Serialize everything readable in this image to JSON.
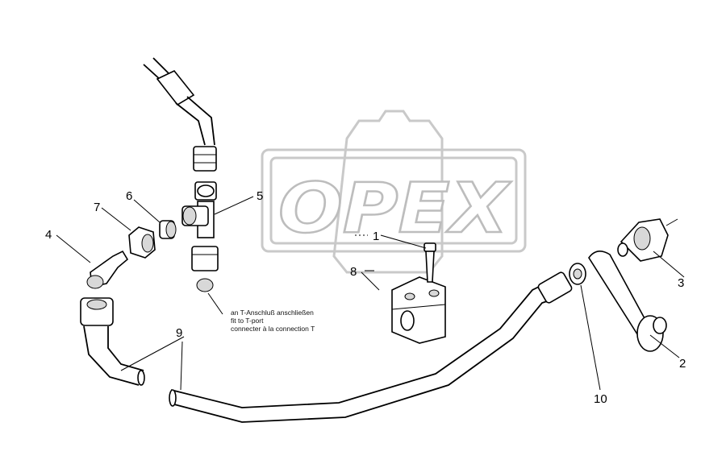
{
  "watermark": {
    "text": "OPEX"
  },
  "callouts": [
    {
      "id": "1",
      "text": "1"
    },
    {
      "id": "2",
      "text": "2"
    },
    {
      "id": "3",
      "text": "3"
    },
    {
      "id": "4",
      "text": "4"
    },
    {
      "id": "5",
      "text": "5"
    },
    {
      "id": "6",
      "text": "6"
    },
    {
      "id": "7",
      "text": "7"
    },
    {
      "id": "8",
      "text": "8"
    },
    {
      "id": "9",
      "text": "9"
    },
    {
      "id": "10",
      "text": "10"
    }
  ],
  "note": {
    "line1": "an T-Anschluß anschließen",
    "line2": "fit to T-port",
    "line3": "connecter à la connection T"
  }
}
